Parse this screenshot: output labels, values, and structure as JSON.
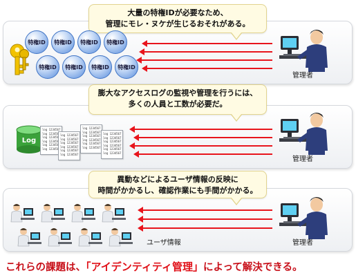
{
  "panel1": {
    "bubble_line1": "大量の特権IDが必要なため、",
    "bubble_line2": "管理にモレ・ヌケが生じるおそれがある。",
    "id_label": "特権ID",
    "admin_label": "管理者"
  },
  "panel2": {
    "bubble_line1": "膨大なアクセスログの監視や管理を行うには、",
    "bubble_line2": "多くの人員と工数が必要だ。",
    "db_label": "Log",
    "log_line": "log 1234567",
    "admin_label": "管理者"
  },
  "panel3": {
    "bubble_line1": "異動などによるユーザ情報の反映に",
    "bubble_line2": "時間がかかるし、確認作業にも手間がかかる。",
    "user_info_label": "ユーザ情報",
    "admin_label": "管理者"
  },
  "footer": {
    "before": "これらの課題は、",
    "highlight": "「アイデンティティ管理」",
    "after": "によって解決できる。"
  },
  "colors": {
    "arrow": "#e8141c",
    "footer": "#c8101a",
    "bubble_bg": "#fffbe3",
    "id_circle": "#5b8fdd",
    "db_green": "#3aa23a"
  },
  "icons": [
    "key-icon",
    "database-icon",
    "administrator-icon",
    "user-pc-icon"
  ]
}
